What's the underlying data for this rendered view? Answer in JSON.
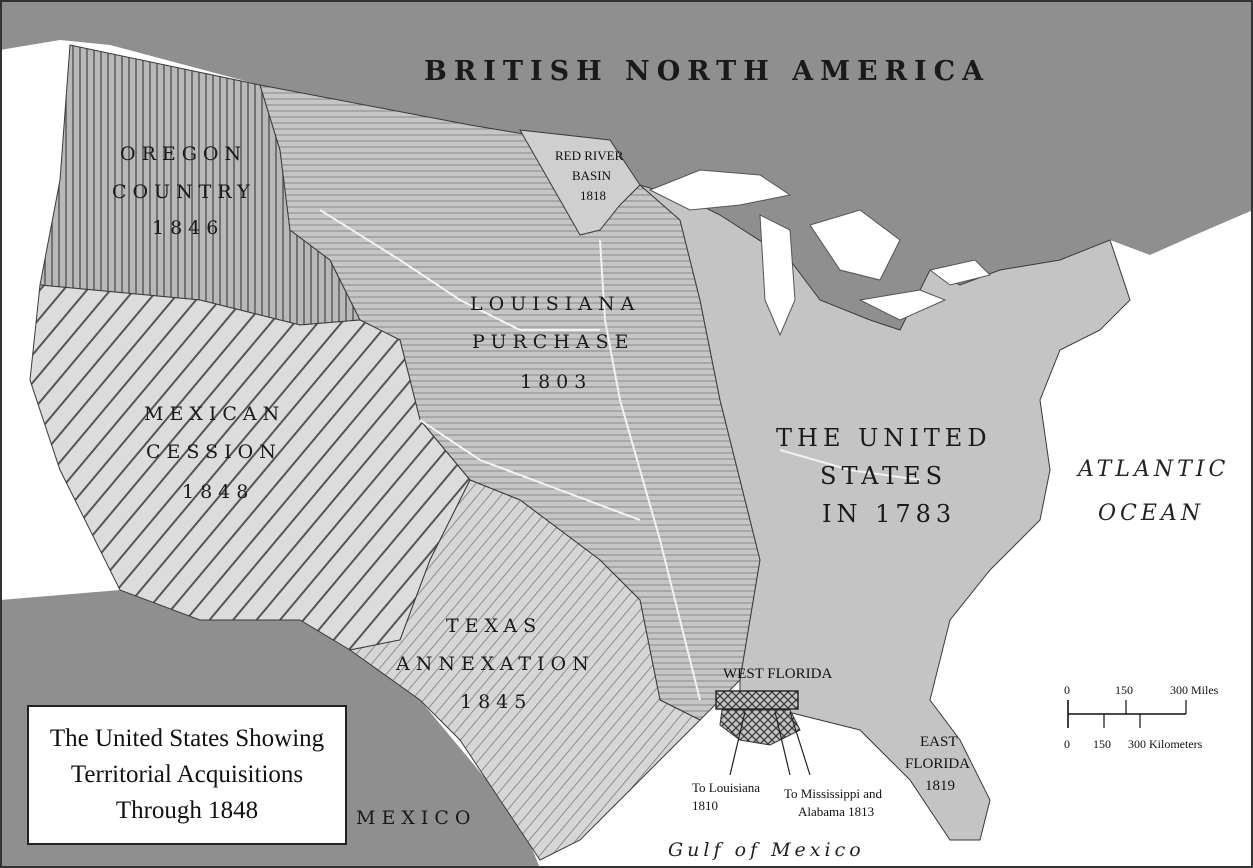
{
  "title": {
    "line1": "The United States Showing",
    "line2": "Territorial Acquisitions",
    "line3": "Through 1848"
  },
  "regions": {
    "british_north_america": "BRITISH NORTH AMERICA",
    "oregon": [
      "OREGON",
      "COUNTRY",
      "1846"
    ],
    "red_river": [
      "RED RIVER",
      "BASIN",
      "1818"
    ],
    "louisiana": [
      "LOUISIANA",
      "PURCHASE",
      "1803"
    ],
    "mexican_cession": [
      "MEXICAN",
      "CESSION",
      "1848"
    ],
    "united_states": [
      "THE UNITED",
      "STATES",
      "IN 1783"
    ],
    "texas": [
      "TEXAS",
      "ANNEXATION",
      "1845"
    ],
    "west_florida": "WEST FLORIDA",
    "east_florida": [
      "EAST",
      "FLORIDA",
      "1819"
    ],
    "mexico": "MEXICO"
  },
  "annotations": {
    "to_louisiana": [
      "To Louisiana",
      "1810"
    ],
    "to_mississippi": [
      "To Mississippi and",
      "Alabama 1813"
    ]
  },
  "water": {
    "atlantic": [
      "ATLANTIC",
      "OCEAN"
    ],
    "gulf": "Gulf of Mexico"
  },
  "scale": {
    "miles": [
      "0",
      "150",
      "300 Miles"
    ],
    "km": [
      "0",
      "150",
      "300 Kilometers"
    ]
  },
  "colors": {
    "land_foreign": "#8f8f8f",
    "us_land": "#c4c4c4",
    "ocean": "#ffffff",
    "boundary": "#3a3a3a",
    "river": "#f0f0f0"
  }
}
